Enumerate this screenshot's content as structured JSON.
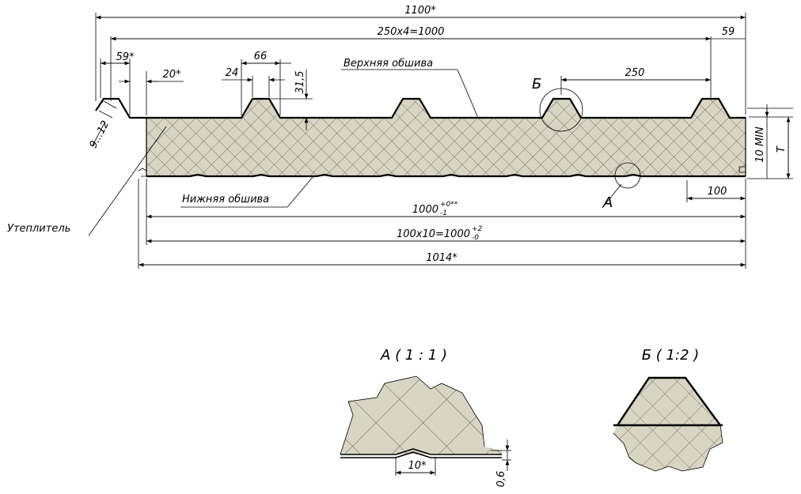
{
  "dims": {
    "d1100": "1100*",
    "d1000": "250x4=1000",
    "d59r": "59",
    "d59l": "59*",
    "d66": "66",
    "d20": "20*",
    "d24": "24",
    "d315": "31,5",
    "d250": "250",
    "d912": "9...12",
    "d10min": "10 MIN",
    "dT": "T",
    "d100": "100",
    "d1000tol_main": "1000",
    "d1000tol_sup": "+0**",
    "d1000tol_sub": "-1",
    "d100x10_main": "100x10=1000",
    "d100x10_sup": "+2",
    "d100x10_sub": "-0",
    "d1014": "1014*",
    "d10": "10*",
    "d06": "0,6"
  },
  "labels": {
    "top_skin": "Верхняя обшива",
    "bottom_skin": "Нижняя обшива",
    "insulation": "Утеплитель",
    "markA": "А",
    "markB": "Б",
    "detailA": "А ( 1 : 1 )",
    "detailB": "Б ( 1:2 )"
  },
  "colors": {
    "foam": "#d9d5c3",
    "line": "#000000"
  }
}
